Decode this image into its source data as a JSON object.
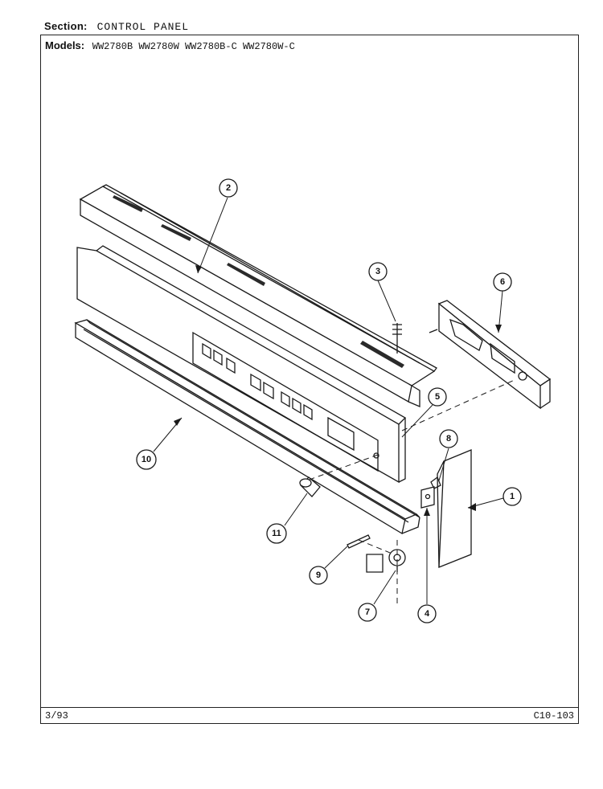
{
  "header": {
    "section_label": "Section:",
    "section_value": "CONTROL PANEL",
    "models_label": "Models:",
    "models_value": "WW2780B WW2780W WW2780B-C WW2780W-C"
  },
  "footer": {
    "date": "3/93",
    "page_code": "C10-103"
  },
  "callouts": [
    {
      "id": "callout-1",
      "label": "1"
    },
    {
      "id": "callout-2",
      "label": "2"
    },
    {
      "id": "callout-3",
      "label": "3"
    },
    {
      "id": "callout-4",
      "label": "4"
    },
    {
      "id": "callout-5",
      "label": "5"
    },
    {
      "id": "callout-6",
      "label": "6"
    },
    {
      "id": "callout-7",
      "label": "7"
    },
    {
      "id": "callout-8",
      "label": "8"
    },
    {
      "id": "callout-9",
      "label": "9"
    },
    {
      "id": "callout-10",
      "label": "10"
    },
    {
      "id": "callout-11",
      "label": "11"
    }
  ]
}
